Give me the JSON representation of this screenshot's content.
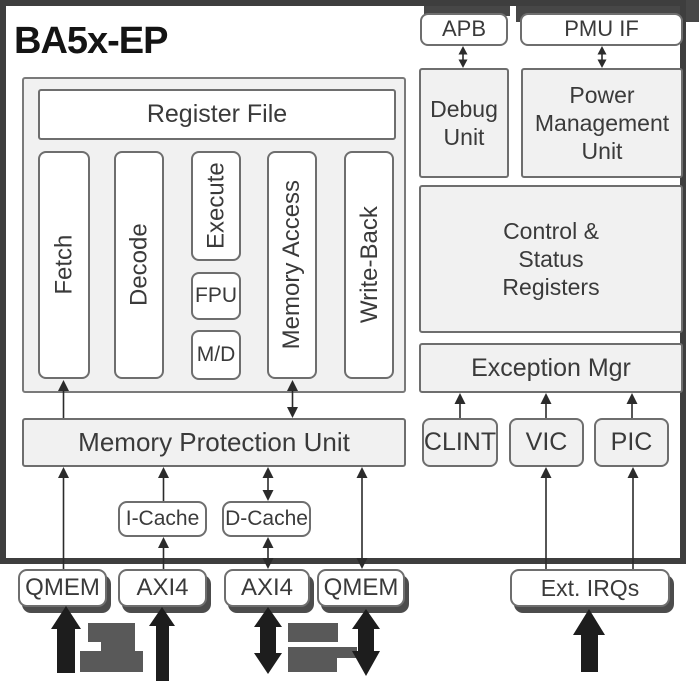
{
  "diagram": {
    "title": "BA5x-EP",
    "core": {
      "register_file": "Register File",
      "fetch": "Fetch",
      "decode": "Decode",
      "execute": "Execute",
      "fpu": "FPU",
      "muldiv": "M/D",
      "memory_access": "Memory Access",
      "write_back": "Write-Back",
      "mpu": "Memory Protection Unit",
      "icache": "I-Cache",
      "dcache": "D-Cache"
    },
    "top_interfaces": {
      "apb": "APB",
      "pmu_if": "PMU IF"
    },
    "right_column": {
      "debug_unit": "Debug Unit",
      "power_management_unit": "Power Management Unit",
      "csr": "Control & Status Registers",
      "exception_mgr": "Exception Mgr",
      "clint": "CLINT",
      "vic": "VIC",
      "pic": "PIC"
    },
    "bus_interfaces": {
      "qmem_left": "QMEM",
      "axi4_left": "AXI4",
      "axi4_right": "AXI4",
      "qmem_right": "QMEM",
      "ext_irqs": "Ext. IRQs"
    },
    "colors": {
      "frame": "#3e3e3e",
      "box_border": "#6e6e6e",
      "gray_fill": "#f1f1f1",
      "white_fill": "#ffffff",
      "text": "#3a3a3a",
      "arrow_black": "#1d1d1d",
      "redacted_gray": "#595959"
    }
  }
}
